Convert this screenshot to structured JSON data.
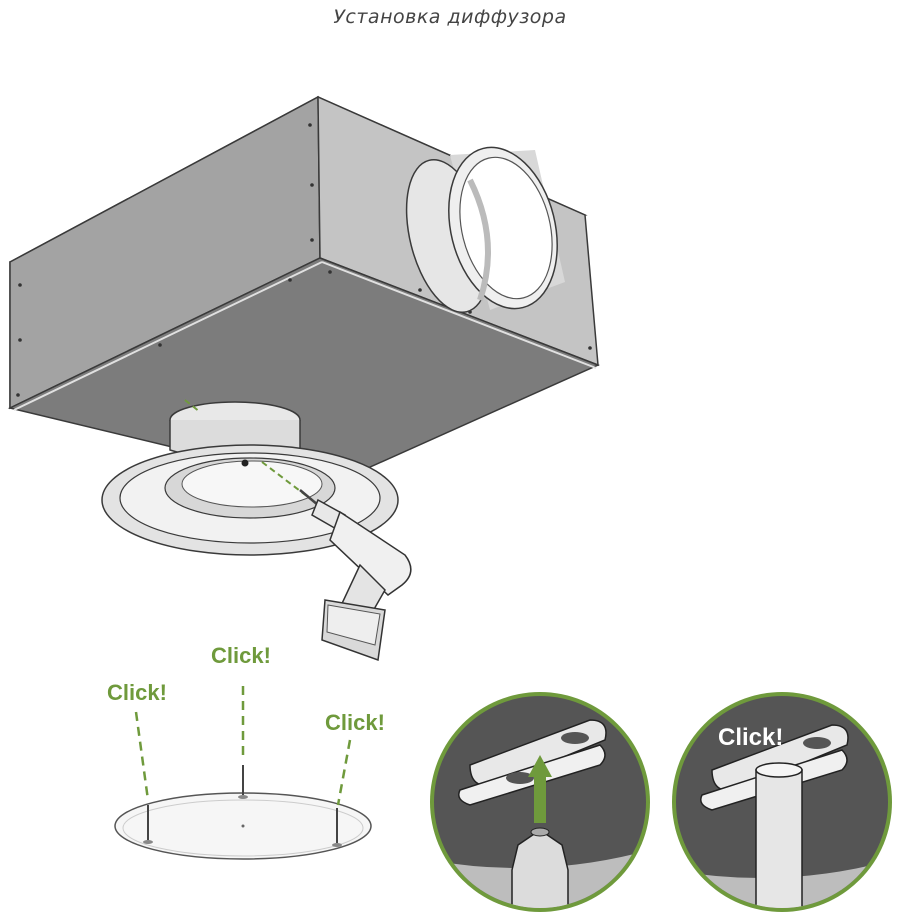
{
  "title": "Установка диффузора",
  "click_labels": [
    "Click!",
    "Click!",
    "Click!",
    "Click!"
  ],
  "colors": {
    "accent_green": "#6f9a3c",
    "housing_gray": "#a9a9a9",
    "dark_gray": "#555555",
    "background": "#ffffff"
  },
  "icons": [
    "drill-icon",
    "arrow-up-icon"
  ]
}
